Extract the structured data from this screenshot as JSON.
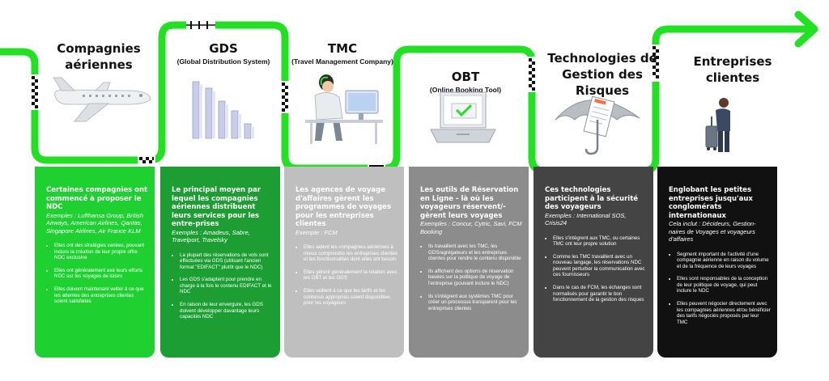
{
  "stages": [
    {
      "title_lines": [
        "Compagnies",
        "aériennes"
      ],
      "subtitle": "",
      "illustration": "airplane",
      "color": "#1fd130",
      "lead": "Certaines compagnies ont commencé à proposer le NDC",
      "examples": "Exemples : Lufthansa Group, British Airways, American Airlines, Qantas, Singapore Airlines, Air France KLM",
      "bullets": [
        "Elles ont des stratégies variées, pouvant inclure la création de leur propre offre NDC exclusive",
        "Elles ont généralement axé leurs efforts NDC sur les voyages de loisirs",
        "Elles doivent maintenant veiller à ce que les attentes des entreprises clientes soient satisfaites"
      ]
    },
    {
      "title_lines": [
        "GDS"
      ],
      "subtitle": "(Global Distribution System)",
      "illustration": "bar-columns",
      "color": "#1c9e33",
      "lead": "Le principal moyen par lequel les compagnies aériennes distribuent leurs services pour les entre-prises",
      "examples": "Exemples : Amadeus, Sabre, Travelport, Travelsky",
      "bullets": [
        "La plupart des réservations de vols sont effectuées via GDS (utilisant l'ancien format \"EDIFACT\" plutôt que le NDC)",
        "Les GDS s'adaptent pour prendre en charge à la fois le contenu EDIFACT et le NDC",
        "En raison de leur envergure, les GDS doivent développer davantage leurs capacités NDC"
      ]
    },
    {
      "title_lines": [
        "TMC"
      ],
      "subtitle": "(Travel Management Company)",
      "illustration": "agent-at-desk",
      "color": "#bfbfbf",
      "lead": "Les agences de voyage d'affaires gèrent les programmes de voyages pour les entreprises clientes",
      "examples": "Exemple : FCM",
      "bullets": [
        "Elles aident les compagnies aériennes à mieux comprendre les entreprises clientes  et les fonctionnalités dont elles ont besoin",
        "Elles gèrent généralement la relation avec les OBT et les GDS",
        "Elles veillent à ce que les tarifs et les contenus appropriés soient disponibles pour les voyageurs"
      ]
    },
    {
      "title_lines": [
        "OBT"
      ],
      "subtitle": "(Online Booking Tool)",
      "illustration": "laptop-check",
      "color": "#8c8c8c",
      "lead": "Les outils de Réservation en Ligne - là où les voyageurs réservent/-gèrent leurs voyages",
      "examples": "Exemples : Concur, Cytric, Savi, FCM Booking",
      "bullets": [
        "Ils travaillent avec les TMC, les GDS/agrégateurs et les entreprises clientes pour rendre le contenu disponible",
        "Ils affichent des options de réservation basées sur la politique de voyage de l'entreprise (pouvant inclure le NDC)",
        "Ils s'intègrent aux systèmes TMC pour créer un processus transparent pour les entreprises clientes"
      ]
    },
    {
      "title_lines": [
        "Technologies de",
        "Gestion des Risques"
      ],
      "subtitle": "",
      "illustration": "umbrella-policy",
      "color": "#444444",
      "lead": "Ces technologies participent à la sécurité des voyageurs",
      "examples": "Exemples : International SOS, Crisis24",
      "bullets": [
        "Elles s'intègrent aux TMC, ou certaines TMC ont leur propre solution",
        "Comme les TMC travaillent avec un nouveau langage, les réservations NDC peuvent perturber la communication avec ces fournisseurs",
        "Dans le cas de FCM, les échanges sont normalisés pour garantir le bon fonctionnement de la gestion des risques"
      ]
    },
    {
      "title_lines": [
        "Entreprises",
        "clientes"
      ],
      "subtitle": "",
      "illustration": "traveller-with-suitcase",
      "color": "#111111",
      "lead": "Englobant les petites entreprises jusqu'aux conglomérats internationaux",
      "examples": "Cela inclut : Décideurs, Gestion-naires de Voyages et voyageurs d'affaires",
      "bullets": [
        "Segment important de l'activité d'une compagnie aérienne en raison du volume et de la fréquence de leurs voyages",
        "Elles sont responsables de la conception de leur politique de voyage, qui peut inclure le NDC",
        "Elles peuvent négocier directement avec les compagnies aériennes et/ou bénéficier des tarifs négociés proposés par leur TMC"
      ]
    }
  ],
  "colors": {
    "track": "#22e022",
    "checker_dark": "#111111"
  }
}
